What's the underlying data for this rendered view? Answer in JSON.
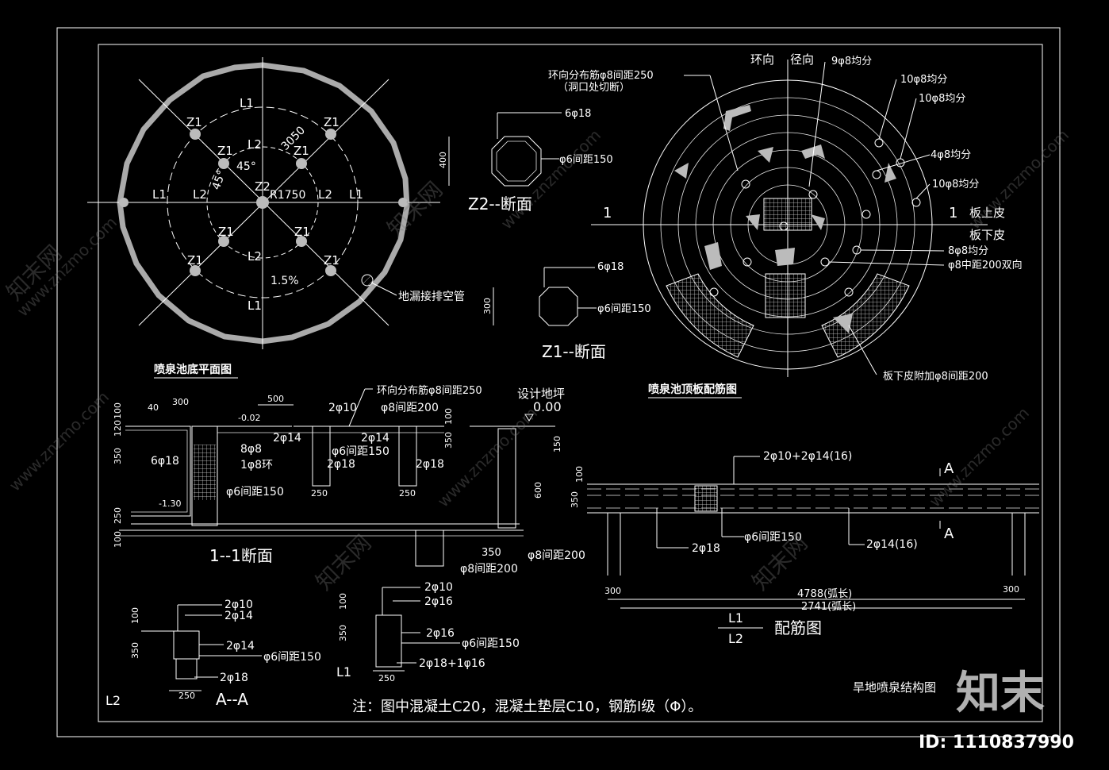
{
  "drawing_title": "旱地喷泉结构图",
  "note": "注：图中混凝土C20，混凝土垫层C10，钢筋I级（Φ）。",
  "watermark": {
    "brand": "知末",
    "site": "www.znzmo.com",
    "cn": "知末网",
    "id_label": "ID: 1110837990"
  },
  "plan": {
    "title": "喷泉池底平面图",
    "labels": {
      "z1": "Z1",
      "z2": "Z2",
      "l1": "L1",
      "l2": "L2",
      "r1750": "R1750",
      "d3050": "3050",
      "a45a": "45°",
      "a45b": "45°",
      "slope": "1.5%",
      "drain": "地漏接排空管"
    }
  },
  "z2_section": {
    "title": "Z2--断面",
    "bar": "6φ18",
    "stirrup": "φ6间距150",
    "dim": "400"
  },
  "z1_section": {
    "title": "Z1--断面",
    "bar": "6φ18",
    "stirrup": "φ6间距150",
    "dim": "300"
  },
  "top_plan": {
    "title": "喷泉池顶板配筋图",
    "labels": {
      "hoop": "环向",
      "radial": "径向",
      "ring_bar": "环向分布筋φ8间距250",
      "ring_bar_note": "（洞口处切断）",
      "r1": "9φ8均分",
      "r2": "10φ8均分",
      "r3": "10φ8均分",
      "r4": "4φ8均分",
      "r5": "10φ8均分",
      "sec": "1",
      "top_skin": "板上皮",
      "bottom_skin": "板下皮",
      "b1": "8φ8均分",
      "b2": "φ8中距200双向",
      "b3": "板下皮附加φ8间距200"
    }
  },
  "section_11": {
    "title": "1--1断面",
    "labels": {
      "ring": "环向分布筋φ8间距250",
      "ground": "设计地坪",
      "ground_level": "0.00",
      "lvl1": "-0.02",
      "lvl2": "-1.30",
      "d500": "500",
      "d300": "300",
      "d40": "40",
      "d100": "100",
      "d120": "120",
      "d350": "350",
      "d150": "150",
      "d600": "600",
      "d250": "250",
      "d100b": "100",
      "d100c": "100",
      "b_2p10": "2φ10",
      "b_p8_200": "φ8间距200",
      "b_2p14a": "2φ14",
      "b_2p14b": "2φ14",
      "b_p6_150a": "φ6间距150",
      "b_2p18a": "2φ18",
      "b_2p18b": "2φ18",
      "b_8p8": "8φ8",
      "b_1p8": "1φ8环",
      "b_6p18": "6φ18",
      "b_p6_150b": "φ6间距150",
      "b_350": "350",
      "b_p8_200b": "φ8间距200",
      "b_p8_200c": "φ8间距200",
      "d250a": "250",
      "d250b": "250"
    }
  },
  "beam": {
    "title": "配筋图",
    "l1": "L1",
    "l2": "L2",
    "labels": {
      "top": "2φ10+2φ14(16)",
      "a": "A",
      "a2": "A",
      "stir": "φ6间距150",
      "b1": "2φ18",
      "b2": "2φ14(16)",
      "d300a": "300",
      "d300b": "300",
      "arc1": "4788(弧长)",
      "arc2": "2741(弧长)",
      "d100": "100",
      "d350": "350"
    }
  },
  "aa_section": {
    "title": "A--A",
    "l2": "L2",
    "labels": {
      "b1": "2φ10",
      "b2": "2φ14",
      "b3": "2φ14",
      "stir": "φ6间距150",
      "b4": "2φ18",
      "d100": "100",
      "d350": "350",
      "d250": "250"
    }
  },
  "l1_section": {
    "l1": "L1",
    "labels": {
      "b1": "2φ10",
      "b2": "2φ16",
      "b3": "2φ16",
      "stir": "φ6间距150",
      "b4": "2φ18+1φ16",
      "d100": "100",
      "d350": "350",
      "d250": "250"
    }
  }
}
